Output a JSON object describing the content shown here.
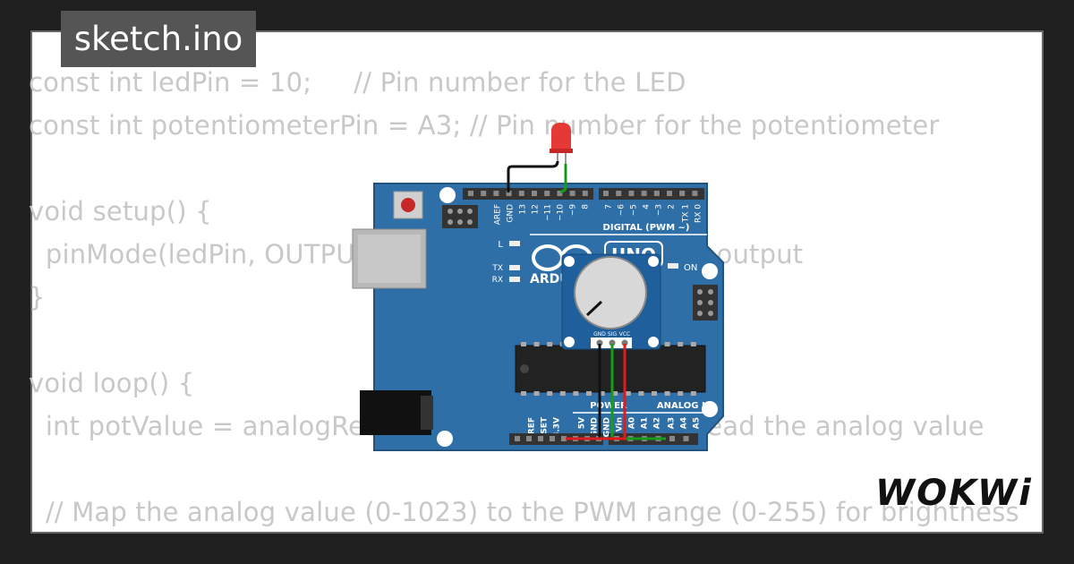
{
  "tab": {
    "title": "sketch.ino"
  },
  "code": {
    "lines": [
      "const int ledPin = 10;     // Pin number for the LED",
      "const int potentiometerPin = A3; // Pin number for the potentiometer",
      "",
      "void setup() {",
      "  pinMode(ledPin, OUTPUT); // Set the LED pin as an output",
      "}",
      "",
      "void loop() {",
      "  int potValue = analogRead(potentiometerPin); // Read the analog value",
      "",
      "  // Map the analog value (0-1023) to the PWM range (0-255) for brightness"
    ]
  },
  "board": {
    "digital_header": "DIGITAL (PWM ~)",
    "power_header": "POWER",
    "analog_header": "ANALOG IN",
    "brand": "ARDUINO",
    "model": "UNO",
    "on_label": "ON",
    "l_label": "L",
    "tx_label": "TX",
    "rx_label": "RX",
    "pins_top": [
      "AREF",
      "GND",
      "13",
      "12",
      "~11",
      "~10",
      "~9",
      "8",
      "7",
      "~6",
      "~5",
      "4",
      "~3",
      "2",
      "TX 1",
      "RX 0"
    ],
    "pins_bottom_power": [
      "IOREF",
      "RESET",
      "3.3V",
      "5V",
      "GND",
      "GND",
      "Vin"
    ],
    "pins_bottom_analog": [
      "A0",
      "A1",
      "A2",
      "A3",
      "A4",
      "A5"
    ],
    "pot_pins": [
      "GND",
      "SIG",
      "VCC"
    ]
  },
  "colors": {
    "board": "#2f6fa8",
    "led": "#e53935",
    "wire_black": "#111111",
    "wire_green": "#1a9a1a",
    "wire_red": "#e01b1b"
  },
  "brand": {
    "logo": "WOKWi"
  }
}
